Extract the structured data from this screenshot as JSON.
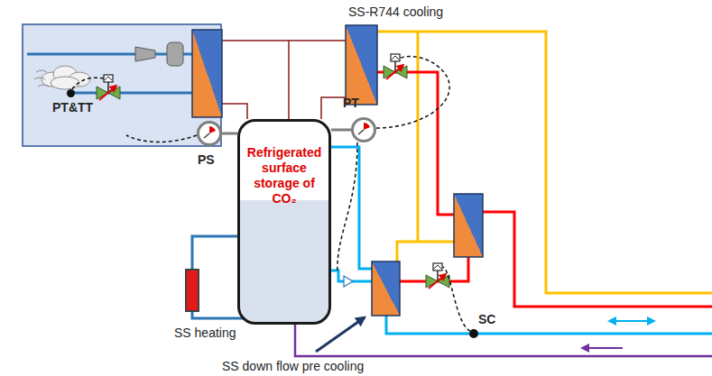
{
  "diagram": {
    "nodes": [
      {
        "text": [
          "Refrigerated surface storage of CO₂"
        ]
      },
      {
        "text": [
          "PS"
        ]
      },
      {
        "text": [
          "PT"
        ]
      },
      {
        "text": [
          "PT&TT"
        ]
      },
      {
        "text": [
          "SS heating"
        ]
      },
      {
        "text": [
          "SC"
        ]
      }
    ],
    "edges": [
      {
        "from": 1,
        "to": 0,
        "arrow": "none"
      },
      {
        "from": 2,
        "to": 0,
        "arrow": "none"
      },
      {
        "from": 4,
        "to": 0,
        "arrow": "none"
      }
    ],
    "labels": [
      "SS-R744 cooling",
      "SS down flow pre cooling"
    ]
  }
}
